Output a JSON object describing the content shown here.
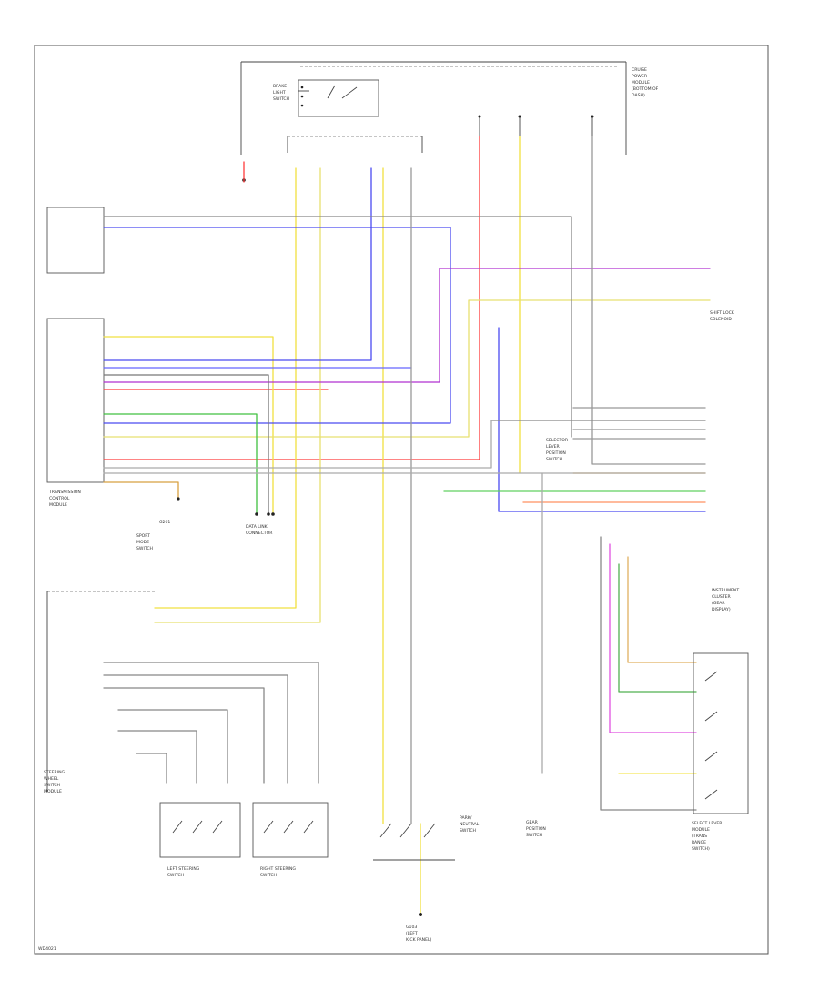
{
  "components": {
    "brake_switch": [
      "BRAKE",
      "LIGHT",
      "SWITCH"
    ],
    "cruise_power_distribution": [
      "CRUISE",
      "POWER",
      "MODULE",
      "(BOTTOM OF",
      "DASH)"
    ],
    "transmission_control_module": [
      "TRANSMISSION",
      "CONTROL",
      "MODULE"
    ],
    "sport_mode_switch": [
      "SPORT",
      "MODE",
      "SWITCH"
    ],
    "ground_point": [
      "G201"
    ],
    "data_link": [
      "DATA LINK",
      "CONNECTOR"
    ],
    "steering_wheel_switch_module": [
      "STEERING",
      "WHEEL",
      "SWITCH",
      "MODULE"
    ],
    "left_steering_switch": [
      "LEFT STEERING",
      "SWITCH"
    ],
    "right_steering_switch": [
      "RIGHT STEERING",
      "SWITCH"
    ],
    "shift_lock_solenoid": [
      "SHIFT LOCK",
      "SOLENOID"
    ],
    "selector_lever_position_switch": [
      "SELECTOR",
      "LEVER",
      "POSITION",
      "SWITCH"
    ],
    "park_neutral_switch": [
      "PARK/",
      "NEUTRAL",
      "SWITCH"
    ],
    "gear_position_switch": [
      "GEAR",
      "POSITION",
      "SWITCH"
    ],
    "instrument_cluster": [
      "INSTRUMENT",
      "CLUSTER",
      "(GEAR",
      "DISPLAY)"
    ],
    "select_lever_module": [
      "SELECT LEVER",
      "MODULE",
      "(TRANS",
      "RANGE",
      "SWITCH)"
    ],
    "ground_bottom": [
      "G103",
      "(LEFT",
      "KICK PANEL)"
    ]
  },
  "figure_id": "WD4021"
}
